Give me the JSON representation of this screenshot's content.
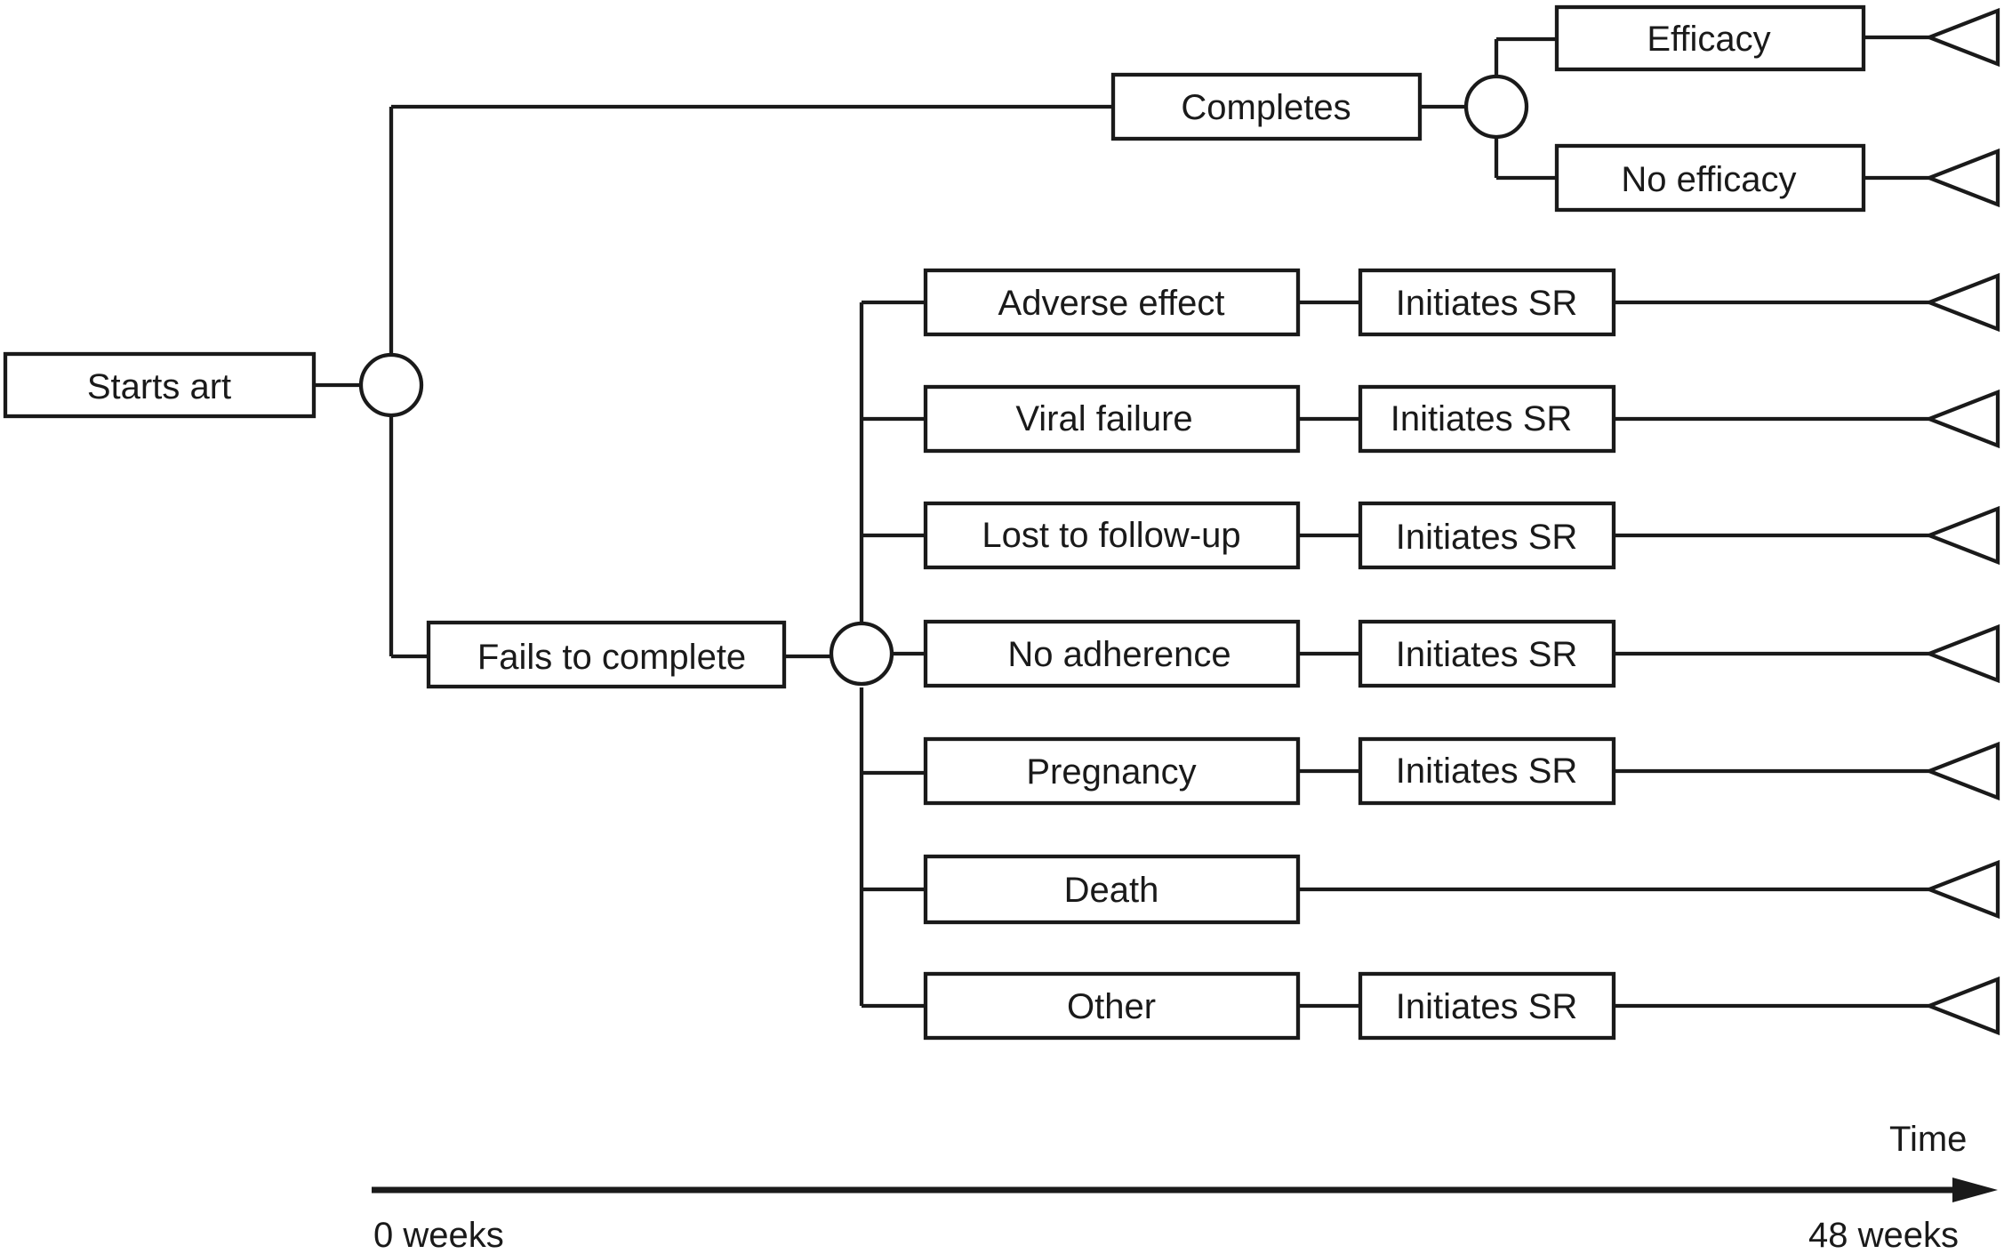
{
  "nodes": {
    "start": "Starts art",
    "completes": "Completes",
    "efficacy": "Efficacy",
    "no_efficacy": "No efficacy",
    "fails": "Fails to complete",
    "adverse": "Adverse effect",
    "viral": "Viral failure",
    "lost": "Lost to follow-up",
    "adherence": "No adherence",
    "pregnancy": "Pregnancy",
    "death": "Death",
    "other": "Other"
  },
  "switch_label": "Initiates SR",
  "axis": {
    "label": "Time",
    "start": "0 weeks",
    "end": "48 weeks"
  }
}
